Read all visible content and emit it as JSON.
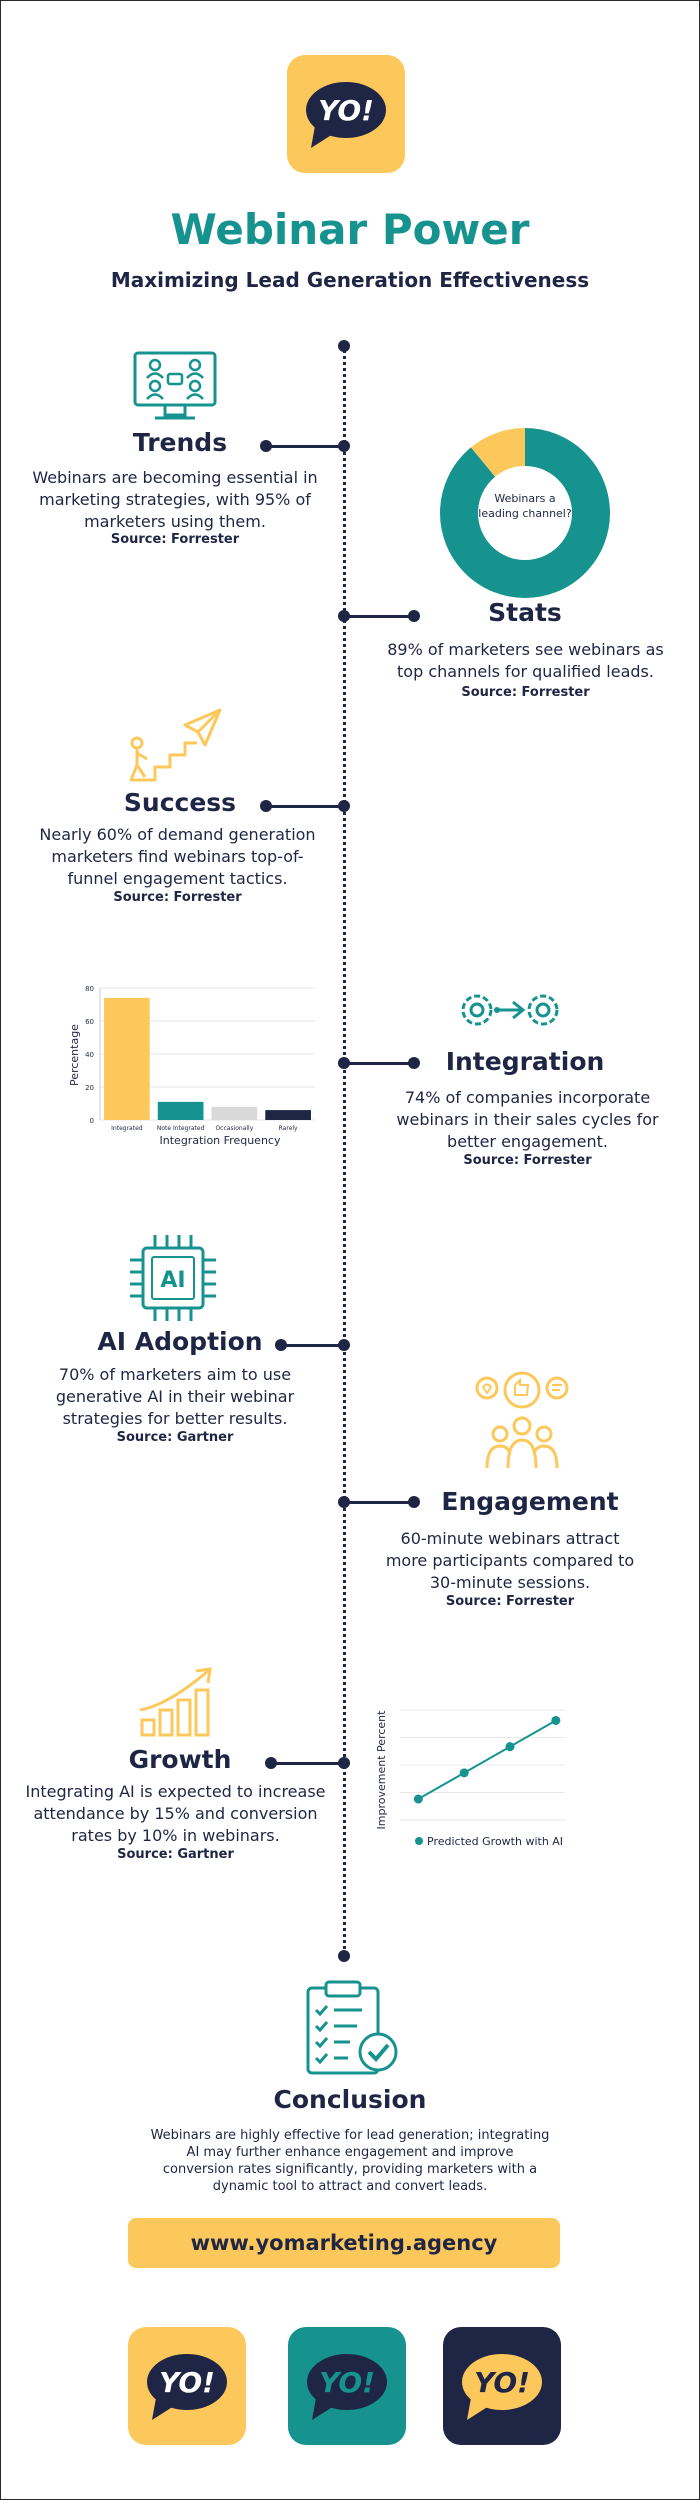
{
  "brand": {
    "logo_text": "YO!",
    "url": "www.yomarketing.agency",
    "colors": {
      "teal": "#16938f",
      "yellow": "#fdc85b",
      "navy": "#1f2544"
    }
  },
  "header": {
    "title": "Webinar Power",
    "subtitle": "Maximizing Lead Generation Effectiveness"
  },
  "sections": {
    "trends": {
      "title": "Trends",
      "body": "Webinars are becoming essential in marketing strategies, with 95% of marketers using them.",
      "source": "Source: Forrester",
      "icon": "video-conference-icon"
    },
    "stats": {
      "title": "Stats",
      "body": "89% of marketers see webinars as top channels for qualified leads.",
      "source": "Source: Forrester"
    },
    "success": {
      "title": "Success",
      "body": "Nearly 60% of demand generation marketers find webinars top-of-funnel engagement tactics.",
      "source": "Source: Forrester",
      "icon": "stairs-paper-plane-icon"
    },
    "integration": {
      "title": "Integration",
      "body": "74% of companies incorporate webinars in their sales cycles for better engagement.",
      "source": "Source: Forrester",
      "icon": "gears-icon"
    },
    "ai_adoption": {
      "title": "AI Adoption",
      "body": "70% of marketers aim to use generative AI in their webinar strategies for better results.",
      "source": "Source: Gartner",
      "icon": "ai-chip-icon",
      "icon_label": "AI"
    },
    "engagement": {
      "title": "Engagement",
      "body": "60-minute webinars attract more participants compared to 30-minute sessions.",
      "source": "Source: Forrester",
      "icon": "audience-feedback-icon"
    },
    "growth": {
      "title": "Growth",
      "body": "Integrating AI is expected to increase attendance by 15% and conversion rates by 10% in webinars.",
      "source": "Source: Gartner",
      "icon": "growth-chart-icon"
    },
    "conclusion": {
      "title": "Conclusion",
      "body": "Webinars are highly effective for lead generation; integrating AI may further enhance engagement and improve conversion rates significantly, providing marketers with a dynamic tool to attract and convert leads.",
      "icon": "clipboard-check-icon"
    }
  },
  "chart_data": [
    {
      "type": "pie",
      "center_label": "Webinars a leading channel?",
      "values": [
        89,
        11
      ],
      "colors": [
        "#16938f",
        "#fdc85b"
      ]
    },
    {
      "type": "bar",
      "categories": [
        "Integrated",
        "Note Integrated",
        "Occasionally",
        "Rarely"
      ],
      "values": [
        74,
        11,
        8,
        6
      ],
      "colors": [
        "#fdc85b",
        "#16938f",
        "#d9d9d9",
        "#1f2544"
      ],
      "xlabel": "Integration Frequency",
      "ylabel": "Percentage",
      "ylim": [
        0,
        80
      ],
      "yticks": [
        0,
        20,
        40,
        60,
        80
      ],
      "grid": true
    },
    {
      "type": "line",
      "x": [
        1,
        2,
        3,
        4
      ],
      "values": [
        1,
        2,
        3,
        4
      ],
      "series": [
        {
          "name": "Predicted Growth with AI",
          "values": [
            1,
            2,
            3,
            4
          ]
        }
      ],
      "ylabel": "Improvement Percent",
      "grid": true,
      "legend": "bottom"
    }
  ]
}
